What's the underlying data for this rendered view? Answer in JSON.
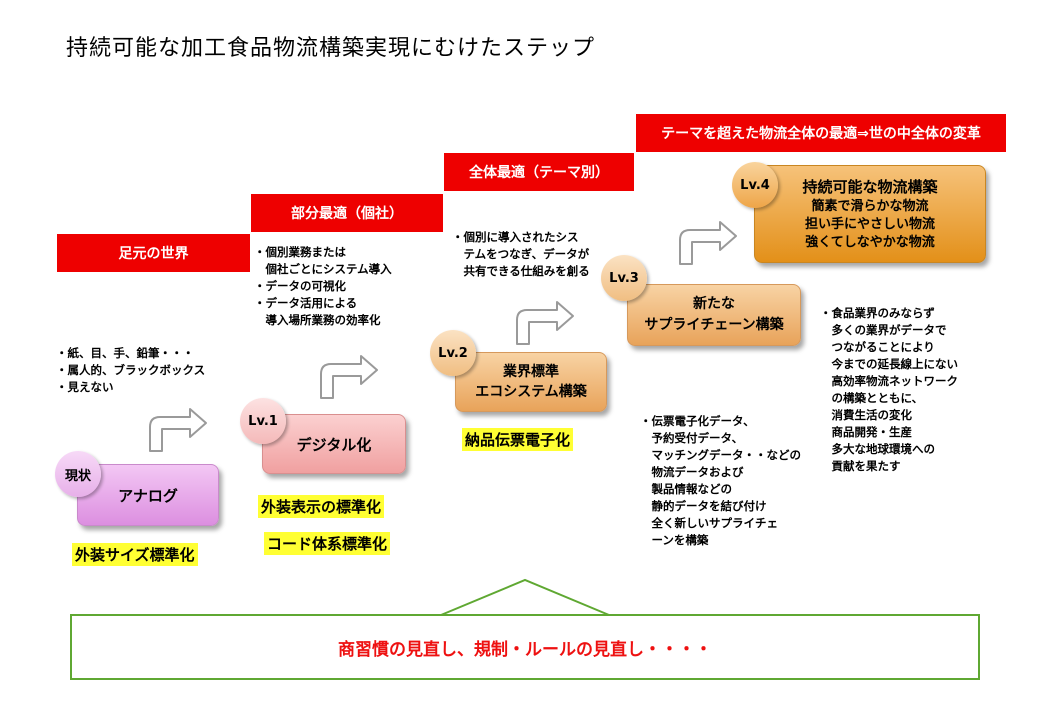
{
  "title": "持続可能な加工食品物流構築実現にむけたステップ",
  "bars": {
    "b1": "足元の世界",
    "b2": "部分最適（個社）",
    "b3": "全体最適（テーマ別）",
    "b4": "テーマを超えた物流全体の最適⇒世の中全体の変革"
  },
  "notes": {
    "n1": [
      "・紙、目、手、鉛筆・・・",
      "・属人的、ブラックボックス",
      "・見えない"
    ],
    "n2": [
      "・個別業務または",
      "　個社ごとにシステム導入",
      "・データの可視化",
      "・データ活用による",
      "　導入場所業務の効率化"
    ],
    "n3": [
      "・個別に導入されたシス",
      "　テムをつなぎ、データが",
      "　共有できる仕組みを創る"
    ],
    "n4": [
      "・伝票電子化データ、",
      "　予約受付データ、",
      "　マッチングデータ・・などの",
      "　物流データおよび",
      "　製品情報などの",
      "　静的データを結び付け",
      "　全く新しいサプライチェ",
      "　ーンを構築"
    ],
    "n5": [
      "・食品業界のみならず",
      "　多くの業界がデータで",
      "　つながることにより",
      "　今までの延長線上にない",
      "　高効率物流ネットワーク",
      "　の構築とともに、",
      "　消費生活の変化",
      "　商品開発・生産",
      "　多大な地球環境への",
      "　貢献を果たす"
    ]
  },
  "levels": {
    "l0": {
      "badge": "現状",
      "label": "アナログ"
    },
    "l1": {
      "badge": "Lv.1",
      "label": "デジタル化"
    },
    "l2": {
      "badge": "Lv.2",
      "label1": "業界標準",
      "label2": "エコシステム構築"
    },
    "l3": {
      "badge": "Lv.3",
      "label1": "新たな",
      "label2": "サプライチェーン構築"
    },
    "l4": {
      "badge": "Lv.4",
      "label1": "持続可能な物流構築",
      "label2": "簡素で滑らかな物流",
      "label3": "担い手にやさしい物流",
      "label4": "強くてしなやかな物流"
    }
  },
  "highlights": {
    "h1": "外装サイズ標準化",
    "h2": "外装表示の標準化",
    "h3": "コード体系標準化",
    "h4": "納品伝票電子化"
  },
  "bottom": "商習慣の見直し、規制・ルールの見直し・・・・",
  "colors": {
    "bar": "#ee0000",
    "highlight": "#ffff33",
    "bottom_text": "#e11111",
    "bottom_border": "#5fa832"
  }
}
